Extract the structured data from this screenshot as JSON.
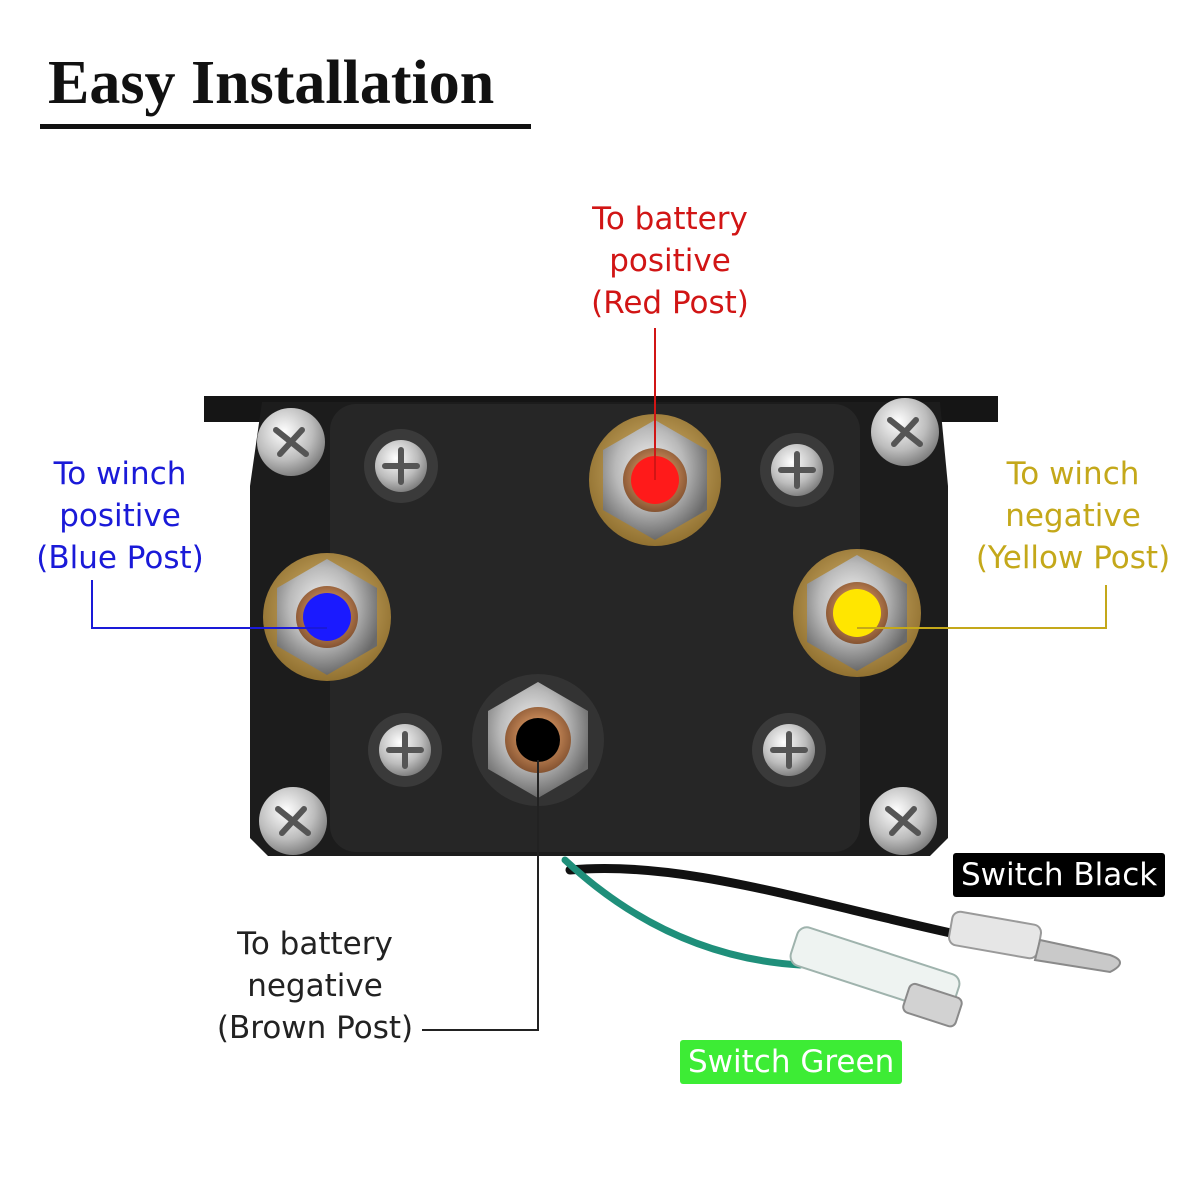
{
  "heading": "Easy Installation",
  "labels": {
    "battery_positive": [
      "To battery",
      "positive",
      "(Red Post)"
    ],
    "winch_positive": [
      "To winch",
      "positive",
      "(Blue Post)"
    ],
    "winch_negative": [
      "To winch",
      "negative",
      "(Yellow Post)"
    ],
    "battery_negative": [
      "To battery",
      "negative",
      "(Brown Post)"
    ],
    "switch_black": "Switch Black",
    "switch_green": "Switch Green"
  },
  "colors": {
    "red_post": "#ff1a1a",
    "blue_post": "#1a1aff",
    "yellow_post": "#ffe600",
    "black_post": "#000000",
    "red_text": "#d11515",
    "blue_text": "#1a1ad8",
    "yellow_text": "#c4a81a",
    "green_tag": "#3dec35",
    "housing": "#1c1c1c"
  }
}
